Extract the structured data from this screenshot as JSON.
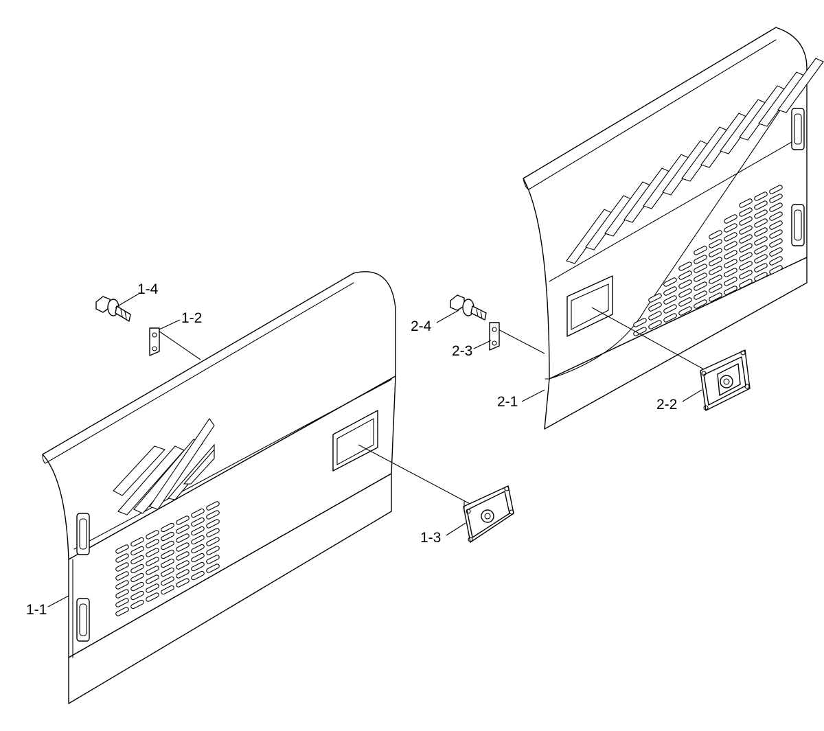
{
  "callouts": {
    "c11": "1-1",
    "c12": "1-2",
    "c13": "1-3",
    "c14": "1-4",
    "c21": "2-1",
    "c22": "2-2",
    "c23": "2-3",
    "c24": "2-4"
  },
  "colors": {
    "line": "#000000",
    "background": "#ffffff"
  }
}
